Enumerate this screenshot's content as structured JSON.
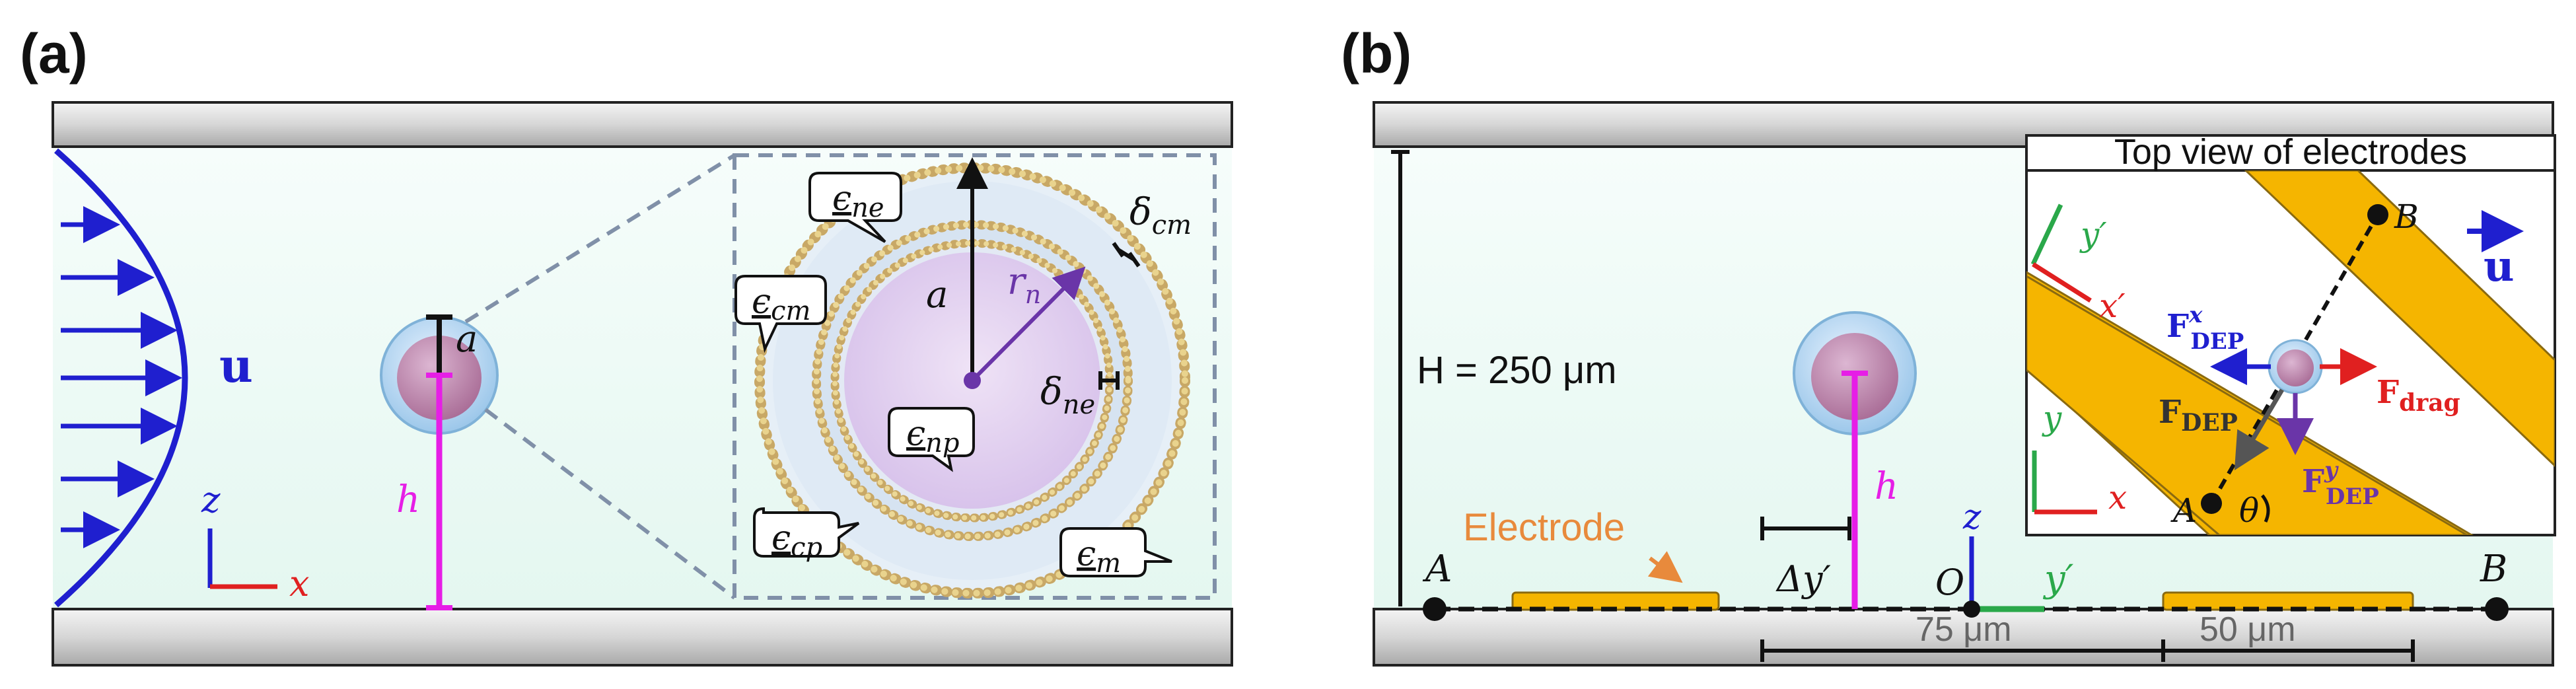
{
  "panel_a": {
    "label": "(a)",
    "flow_symbol": "u",
    "axis_z": "z",
    "axis_x": "x",
    "radius_symbol": "a",
    "height_symbol": "h",
    "zoom": {
      "a_symbol": "a",
      "rn_symbol": "r",
      "rn_sub": "n",
      "delta_cm": "δ",
      "delta_cm_sub": "cm",
      "delta_ne": "δ",
      "delta_ne_sub": "ne",
      "callouts": {
        "ne": "ne",
        "cm": "cm",
        "np": "np",
        "cp": "cp",
        "m": "m"
      },
      "epsilon": "ϵ"
    }
  },
  "panel_b": {
    "label": "(b)",
    "channel_height": "H = 250 μm",
    "height_symbol": "h",
    "electrode_label": "Electrode",
    "offset_symbol": "Δy′",
    "point_A": "A",
    "point_B": "B",
    "origin": "O",
    "axis_z": "z",
    "axis_y": "y′",
    "gap_dim": "75 μm",
    "width_dim": "50 μm",
    "inset": {
      "title": "Top view of electrodes",
      "y_prime": "y′",
      "x_prime": "x′",
      "y": "y",
      "x": "x",
      "u": "u",
      "point_A": "A",
      "point_B": "B",
      "theta": "θ",
      "f_dep_x": "F",
      "f_dep_x_sub": "DEP",
      "f_dep_x_sup": "x",
      "f_dep_y": "F",
      "f_dep_y_sub": "DEP",
      "f_dep_y_sup": "y",
      "f_dep": "F",
      "f_dep_sub": "DEP",
      "f_drag": "F",
      "f_drag_sub": "drag"
    }
  },
  "colors": {
    "flow_blue": "#1f1fcf",
    "magenta": "#e61ee6",
    "purple": "#6a35a8",
    "electrode": "#f5b500",
    "axis_red": "#e02020",
    "axis_green": "#2aa84a",
    "fluid": "#eefaf6",
    "electrode_text": "#e88a3c"
  }
}
